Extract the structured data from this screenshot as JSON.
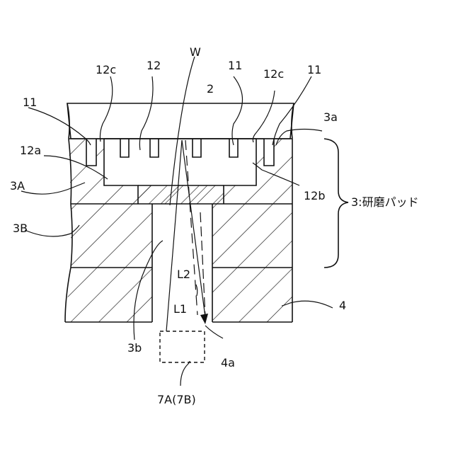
{
  "labels": {
    "w": "W",
    "n2": "2",
    "n11_top_left": "11",
    "n11_top_mid": "11",
    "n11_top_right": "11",
    "n12": "12",
    "n12c_left": "12c",
    "n12c_right": "12c",
    "n12a": "12a",
    "n12b": "12b",
    "n3a": "3a",
    "n3A": "3A",
    "n3B": "3B",
    "n3": "3:研磨パッド",
    "n4": "4",
    "n4a": "4a",
    "n3b": "3b",
    "L1": "L1",
    "L2": "L2",
    "sensor": "7A(7B)"
  }
}
